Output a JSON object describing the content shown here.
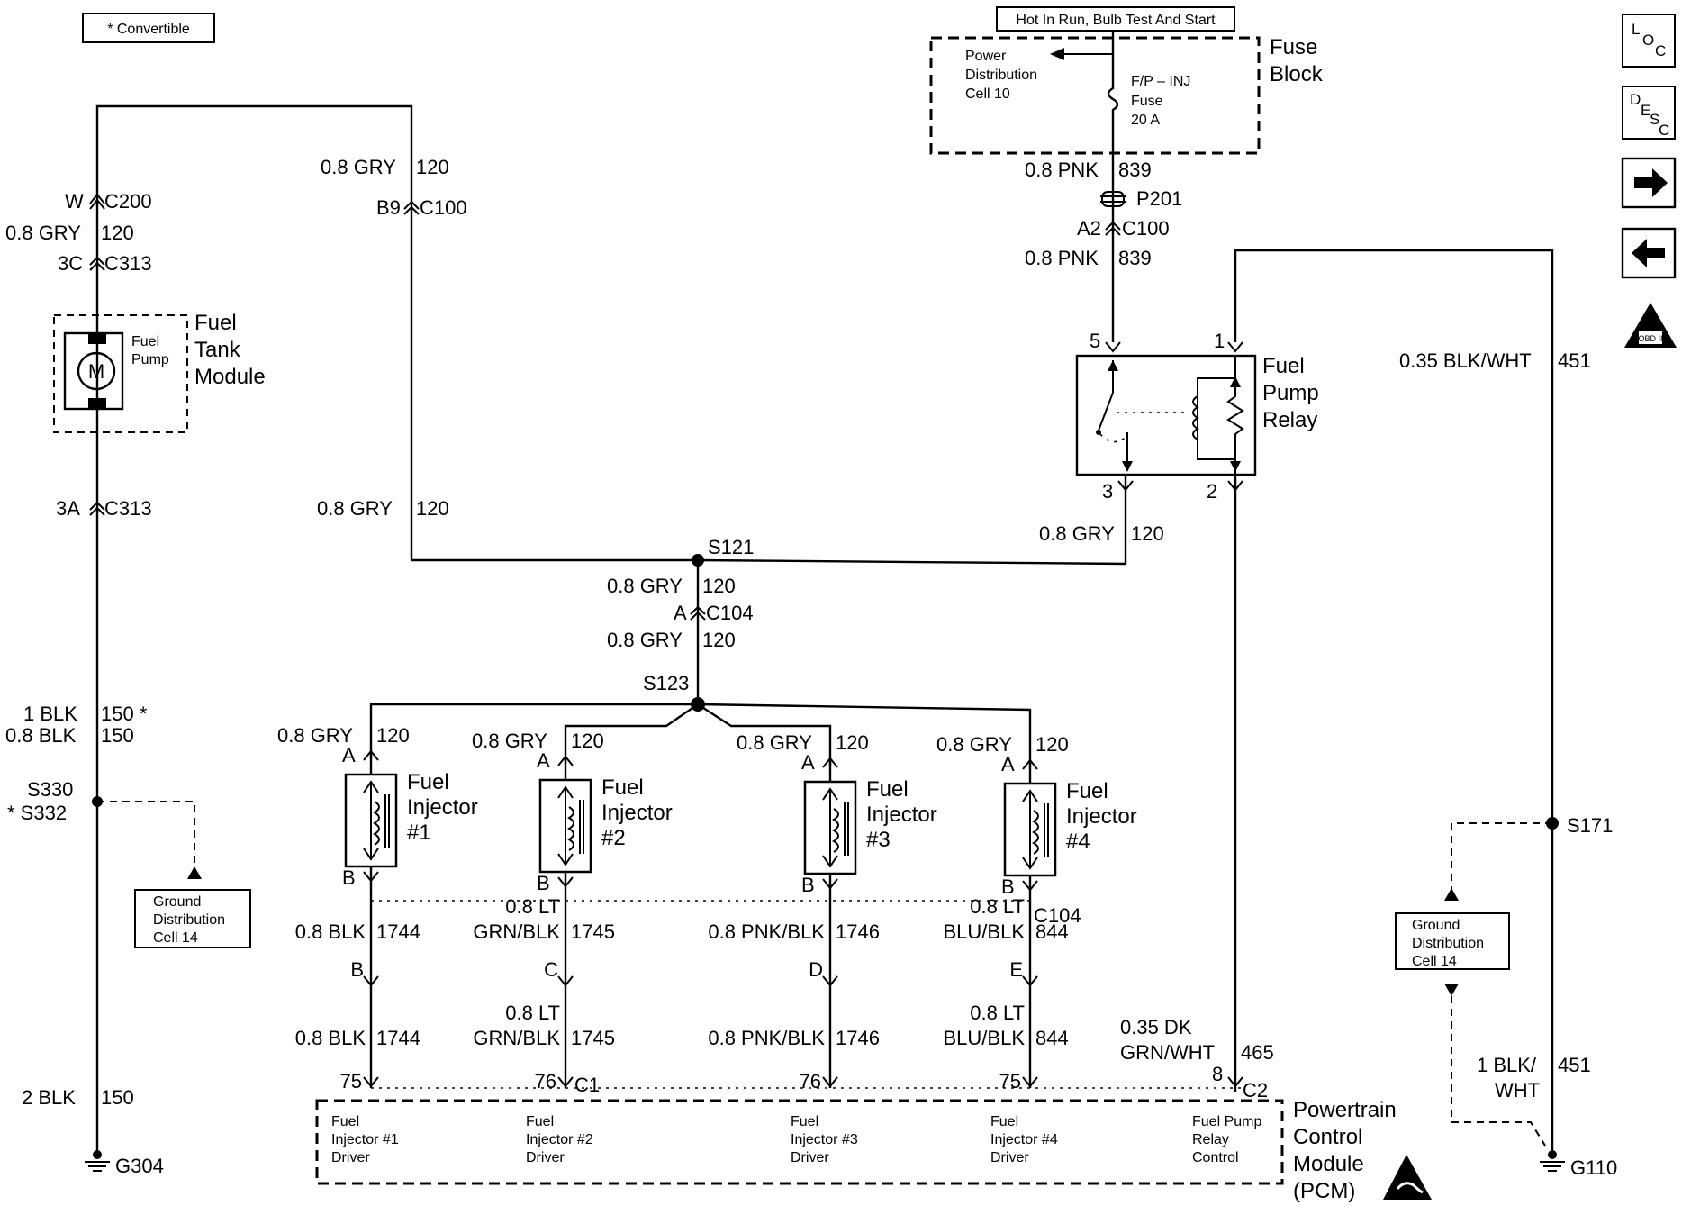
{
  "header": {
    "convertible_note": "* Convertible",
    "power_note": "Hot In Run, Bulb Test And Start"
  },
  "fuse_block": {
    "title_1": "Fuse",
    "title_2": "Block",
    "pd_1": "Power",
    "pd_2": "Distribution",
    "pd_3": "Cell 10",
    "fuse_1": "F/P – INJ",
    "fuse_2": "Fuse",
    "fuse_3": "20 A"
  },
  "nav": {
    "loc": "LOC",
    "desc": "DESC",
    "obd": "OBD II"
  },
  "pump_circuit": {
    "c200": "C200",
    "c200_pin": "W",
    "gry": "0.8 GRY",
    "ckt120": "120",
    "c313": "C313",
    "c313_top_pin": "3C",
    "c313_bot_pin": "3A",
    "fuel_pump": [
      "Fuel",
      "Pump"
    ],
    "tank_module": [
      "Fuel",
      "Tank",
      "Module"
    ],
    "blk1": "1 BLK",
    "blk1_ckt": "150 *",
    "blk08": "0.8 BLK",
    "blk08_ckt": "150",
    "s330": "S330",
    "s332": "* S332",
    "ground_cell": [
      "Ground",
      "Distribution",
      "Cell 14"
    ],
    "blk2": "2 BLK",
    "blk2_ckt": "150",
    "g304": "G304"
  },
  "feed": {
    "gry": "0.8 GRY",
    "ckt": "120",
    "c100": "C100",
    "c100_pin": "B9",
    "s121": "S121",
    "c104": "C104",
    "c104_pin": "A",
    "s123": "S123"
  },
  "fuse_feed": {
    "pnk": "0.8 PNK",
    "ckt839": "839",
    "p201": "P201",
    "c100": "C100",
    "c100_pin": "A2"
  },
  "relay": {
    "name": [
      "Fuel",
      "Pump",
      "Relay"
    ],
    "pin5": "5",
    "pin1": "1",
    "pin3": "3",
    "pin2": "2",
    "out_gry": "0.8 GRY",
    "out_ckt": "120",
    "ctrl_wire_1": "0.35 DK",
    "ctrl_wire_2": "GRN/WHT",
    "ctrl_ckt": "465"
  },
  "ground_right": {
    "wire": "0.35 BLK/WHT",
    "ckt": "451",
    "s171": "S171",
    "cell": [
      "Ground",
      "Distribution",
      "Cell 14"
    ],
    "blk_1": "1 BLK/",
    "blk_2": "WHT",
    "blk_ckt": "451",
    "g110": "G110"
  },
  "injectors": [
    {
      "label": [
        "Fuel",
        "Injector",
        "#1"
      ],
      "wire_top": "0.8 GRY",
      "ckt_top": "120",
      "pinA": "A",
      "pinB": "B",
      "wire_1": "",
      "wire_2": "0.8 BLK",
      "ckt": "1744",
      "c104_pin": "B",
      "pcm_pin": "75",
      "driver": [
        "Fuel",
        "Injector #1",
        "Driver"
      ]
    },
    {
      "label": [
        "Fuel",
        "Injector",
        "#2"
      ],
      "wire_top": "0.8 GRY",
      "ckt_top": "120",
      "pinA": "A",
      "pinB": "B",
      "wire_1": "0.8 LT",
      "wire_2": "GRN/BLK",
      "ckt": "1745",
      "c104_pin": "C",
      "pcm_pin": "76",
      "driver": [
        "Fuel",
        "Injector #2",
        "Driver"
      ]
    },
    {
      "label": [
        "Fuel",
        "Injector",
        "#3"
      ],
      "wire_top": "0.8 GRY",
      "ckt_top": "120",
      "pinA": "A",
      "pinB": "B",
      "wire_1": "",
      "wire_2": "0.8 PNK/BLK",
      "ckt": "1746",
      "c104_pin": "D",
      "pcm_pin": "76",
      "driver": [
        "Fuel",
        "Injector #3",
        "Driver"
      ]
    },
    {
      "label": [
        "Fuel",
        "Injector",
        "#4"
      ],
      "wire_top": "0.8 GRY",
      "ckt_top": "120",
      "pinA": "A",
      "pinB": "B",
      "wire_1": "0.8 LT",
      "wire_2": "BLU/BLK",
      "ckt": "844",
      "c104_pin": "E",
      "pcm_pin": "75",
      "driver": [
        "Fuel",
        "Injector #4",
        "Driver"
      ]
    }
  ],
  "pcm": {
    "c104": "C104",
    "c1": "C1",
    "c2": "C2",
    "relay_pin": "8",
    "relay_ctrl": [
      "Fuel Pump",
      "Relay",
      "Control"
    ],
    "title": [
      "Powertrain",
      "Control",
      "Module",
      "(PCM)"
    ]
  }
}
